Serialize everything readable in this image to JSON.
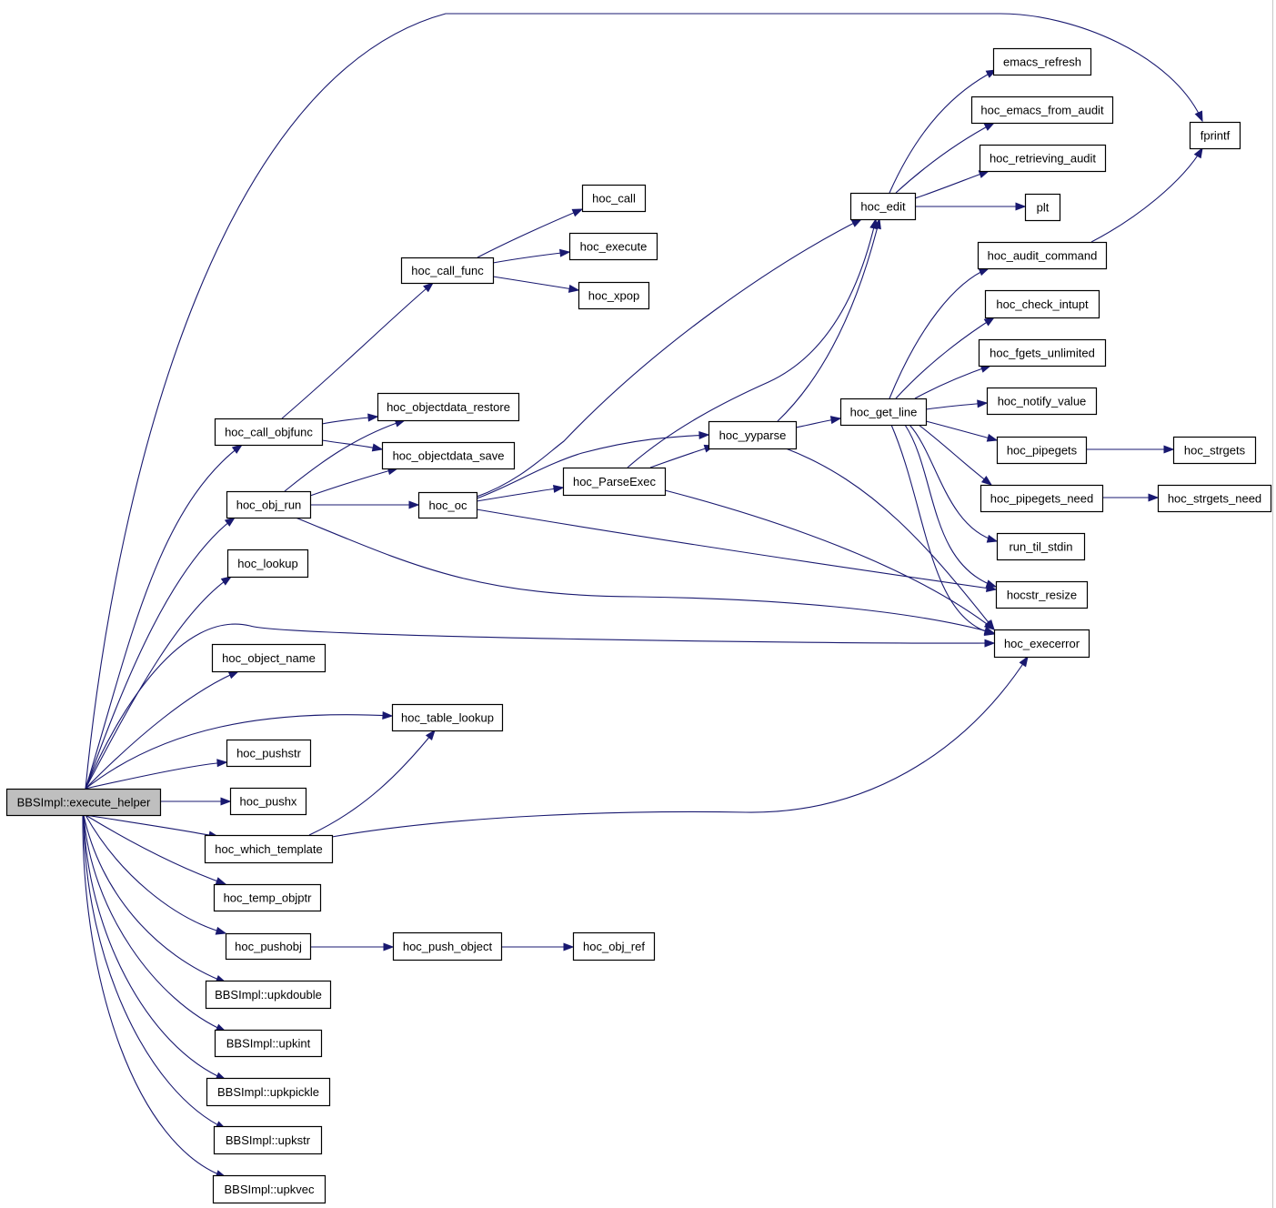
{
  "colors": {
    "edge": "#191970",
    "node_border": "#000000",
    "node_fill": "#ffffff",
    "root_fill": "#bfbfbf"
  },
  "graph": {
    "root": "n_root",
    "nodes": [
      {
        "id": "n_root",
        "label": "BBSImpl::execute_helper"
      },
      {
        "id": "n_call_objfunc",
        "label": "hoc_call_objfunc"
      },
      {
        "id": "n_call_func",
        "label": "hoc_call_func"
      },
      {
        "id": "n_call",
        "label": "hoc_call"
      },
      {
        "id": "n_execute",
        "label": "hoc_execute"
      },
      {
        "id": "n_xpop",
        "label": "hoc_xpop"
      },
      {
        "id": "n_od_restore",
        "label": "hoc_objectdata_restore"
      },
      {
        "id": "n_od_save",
        "label": "hoc_objectdata_save"
      },
      {
        "id": "n_obj_run",
        "label": "hoc_obj_run"
      },
      {
        "id": "n_oc",
        "label": "hoc_oc"
      },
      {
        "id": "n_parseexec",
        "label": "hoc_ParseExec"
      },
      {
        "id": "n_yyparse",
        "label": "hoc_yyparse"
      },
      {
        "id": "n_edit",
        "label": "hoc_edit"
      },
      {
        "id": "n_emacs_refresh",
        "label": "emacs_refresh"
      },
      {
        "id": "n_emacs_from_audit",
        "label": "hoc_emacs_from_audit"
      },
      {
        "id": "n_retrieving_audit",
        "label": "hoc_retrieving_audit"
      },
      {
        "id": "n_plt",
        "label": "plt"
      },
      {
        "id": "n_fprintf",
        "label": "fprintf"
      },
      {
        "id": "n_audit_command",
        "label": "hoc_audit_command"
      },
      {
        "id": "n_check_intupt",
        "label": "hoc_check_intupt"
      },
      {
        "id": "n_fgets_unlimited",
        "label": "hoc_fgets_unlimited"
      },
      {
        "id": "n_notify_value",
        "label": "hoc_notify_value"
      },
      {
        "id": "n_get_line",
        "label": "hoc_get_line"
      },
      {
        "id": "n_pipegets",
        "label": "hoc_pipegets"
      },
      {
        "id": "n_strgets",
        "label": "hoc_strgets"
      },
      {
        "id": "n_pipegets_need",
        "label": "hoc_pipegets_need"
      },
      {
        "id": "n_strgets_need",
        "label": "hoc_strgets_need"
      },
      {
        "id": "n_run_til_stdin",
        "label": "run_til_stdin"
      },
      {
        "id": "n_hocstr_resize",
        "label": "hocstr_resize"
      },
      {
        "id": "n_execerror",
        "label": "hoc_execerror"
      },
      {
        "id": "n_lookup",
        "label": "hoc_lookup"
      },
      {
        "id": "n_object_name",
        "label": "hoc_object_name"
      },
      {
        "id": "n_table_lookup",
        "label": "hoc_table_lookup"
      },
      {
        "id": "n_pushstr",
        "label": "hoc_pushstr"
      },
      {
        "id": "n_pushx",
        "label": "hoc_pushx"
      },
      {
        "id": "n_which_template",
        "label": "hoc_which_template"
      },
      {
        "id": "n_temp_objptr",
        "label": "hoc_temp_objptr"
      },
      {
        "id": "n_pushobj",
        "label": "hoc_pushobj"
      },
      {
        "id": "n_push_object",
        "label": "hoc_push_object"
      },
      {
        "id": "n_obj_ref",
        "label": "hoc_obj_ref"
      },
      {
        "id": "n_upkdouble",
        "label": "BBSImpl::upkdouble"
      },
      {
        "id": "n_upkint",
        "label": "BBSImpl::upkint"
      },
      {
        "id": "n_upkpickle",
        "label": "BBSImpl::upkpickle"
      },
      {
        "id": "n_upkstr",
        "label": "BBSImpl::upkstr"
      },
      {
        "id": "n_upkvec",
        "label": "BBSImpl::upkvec"
      }
    ],
    "edges": [
      {
        "from": "n_root",
        "to": "n_fprintf"
      },
      {
        "from": "n_root",
        "to": "n_call_objfunc"
      },
      {
        "from": "n_root",
        "to": "n_obj_run"
      },
      {
        "from": "n_root",
        "to": "n_lookup"
      },
      {
        "from": "n_root",
        "to": "n_execerror"
      },
      {
        "from": "n_root",
        "to": "n_object_name"
      },
      {
        "from": "n_root",
        "to": "n_table_lookup"
      },
      {
        "from": "n_root",
        "to": "n_pushstr"
      },
      {
        "from": "n_root",
        "to": "n_pushx"
      },
      {
        "from": "n_root",
        "to": "n_which_template"
      },
      {
        "from": "n_root",
        "to": "n_temp_objptr"
      },
      {
        "from": "n_root",
        "to": "n_pushobj"
      },
      {
        "from": "n_root",
        "to": "n_upkdouble"
      },
      {
        "from": "n_root",
        "to": "n_upkint"
      },
      {
        "from": "n_root",
        "to": "n_upkpickle"
      },
      {
        "from": "n_root",
        "to": "n_upkstr"
      },
      {
        "from": "n_root",
        "to": "n_upkvec"
      },
      {
        "from": "n_call_objfunc",
        "to": "n_call_func"
      },
      {
        "from": "n_call_objfunc",
        "to": "n_od_restore"
      },
      {
        "from": "n_call_objfunc",
        "to": "n_od_save"
      },
      {
        "from": "n_call_func",
        "to": "n_call"
      },
      {
        "from": "n_call_func",
        "to": "n_execute"
      },
      {
        "from": "n_call_func",
        "to": "n_xpop"
      },
      {
        "from": "n_obj_run",
        "to": "n_od_restore"
      },
      {
        "from": "n_obj_run",
        "to": "n_od_save"
      },
      {
        "from": "n_obj_run",
        "to": "n_oc"
      },
      {
        "from": "n_obj_run",
        "to": "n_execerror"
      },
      {
        "from": "n_oc",
        "to": "n_edit"
      },
      {
        "from": "n_oc",
        "to": "n_yyparse"
      },
      {
        "from": "n_oc",
        "to": "n_parseexec"
      },
      {
        "from": "n_oc",
        "to": "n_hocstr_resize"
      },
      {
        "from": "n_parseexec",
        "to": "n_edit"
      },
      {
        "from": "n_parseexec",
        "to": "n_yyparse"
      },
      {
        "from": "n_parseexec",
        "to": "n_execerror"
      },
      {
        "from": "n_yyparse",
        "to": "n_edit"
      },
      {
        "from": "n_yyparse",
        "to": "n_get_line"
      },
      {
        "from": "n_yyparse",
        "to": "n_execerror"
      },
      {
        "from": "n_edit",
        "to": "n_emacs_refresh"
      },
      {
        "from": "n_edit",
        "to": "n_emacs_from_audit"
      },
      {
        "from": "n_edit",
        "to": "n_retrieving_audit"
      },
      {
        "from": "n_edit",
        "to": "n_plt"
      },
      {
        "from": "n_audit_command",
        "to": "n_fprintf"
      },
      {
        "from": "n_get_line",
        "to": "n_audit_command"
      },
      {
        "from": "n_get_line",
        "to": "n_check_intupt"
      },
      {
        "from": "n_get_line",
        "to": "n_fgets_unlimited"
      },
      {
        "from": "n_get_line",
        "to": "n_notify_value"
      },
      {
        "from": "n_get_line",
        "to": "n_pipegets"
      },
      {
        "from": "n_get_line",
        "to": "n_pipegets_need"
      },
      {
        "from": "n_get_line",
        "to": "n_run_til_stdin"
      },
      {
        "from": "n_get_line",
        "to": "n_hocstr_resize"
      },
      {
        "from": "n_get_line",
        "to": "n_execerror"
      },
      {
        "from": "n_pipegets",
        "to": "n_strgets"
      },
      {
        "from": "n_pipegets_need",
        "to": "n_strgets_need"
      },
      {
        "from": "n_which_template",
        "to": "n_table_lookup"
      },
      {
        "from": "n_which_template",
        "to": "n_execerror"
      },
      {
        "from": "n_pushobj",
        "to": "n_push_object"
      },
      {
        "from": "n_push_object",
        "to": "n_obj_ref"
      }
    ]
  }
}
